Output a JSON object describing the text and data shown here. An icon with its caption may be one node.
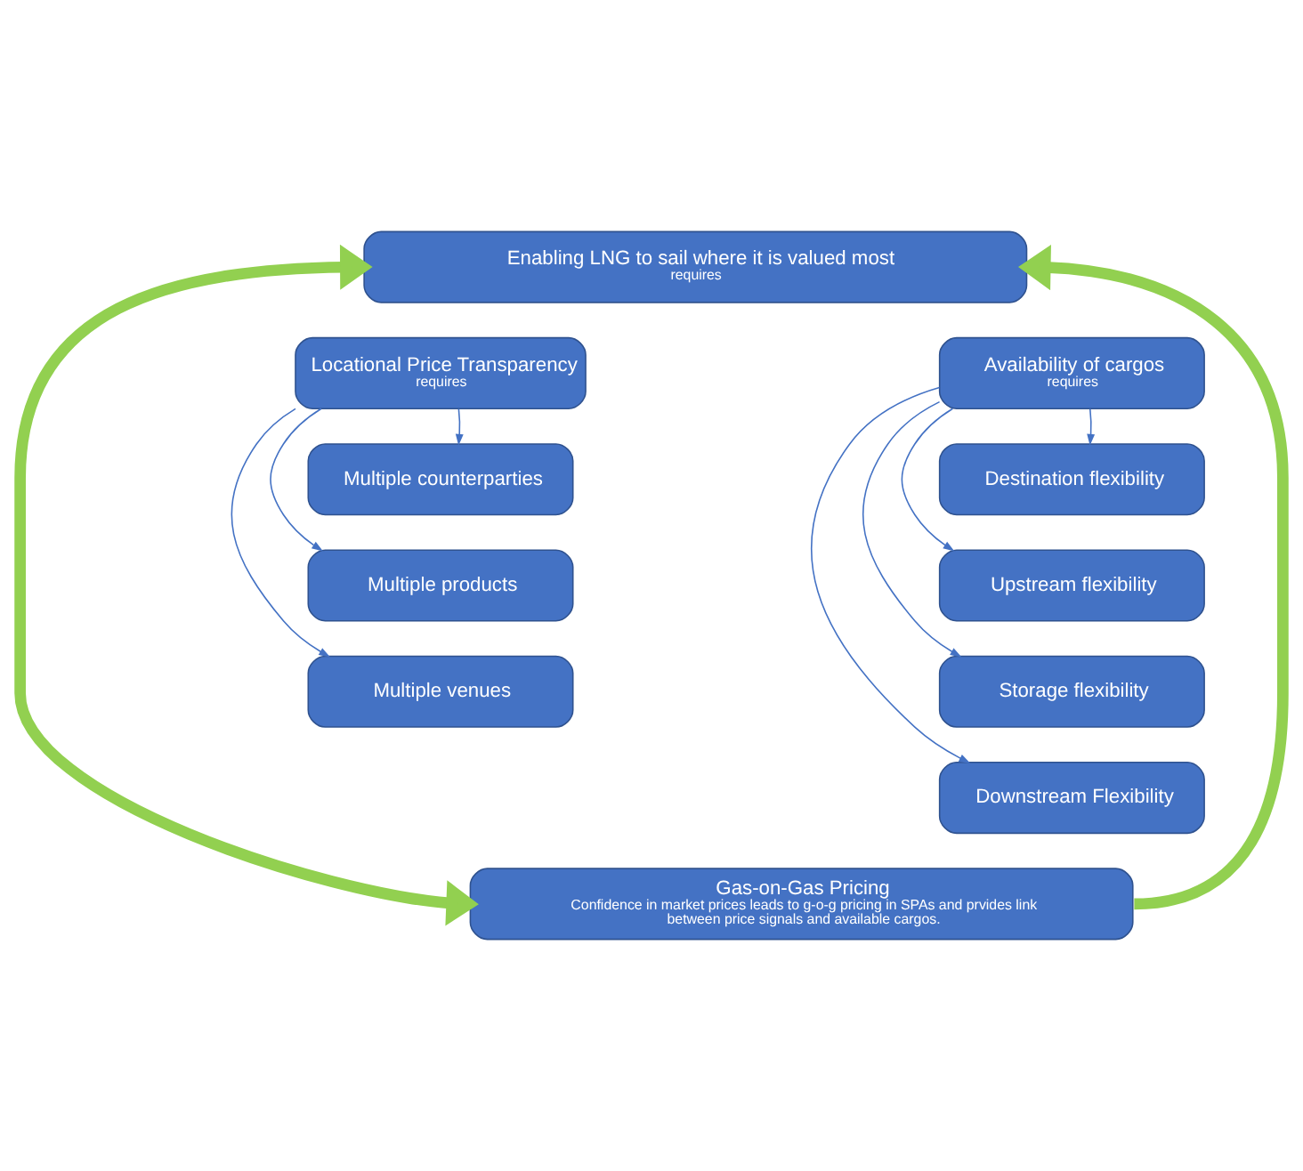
{
  "diagram": {
    "nodes": [
      {
        "text": [
          "Enabling LNG to sail where it is valued most",
          "requires"
        ]
      },
      {
        "text": [
          "Locational Price Transparency",
          "requires"
        ]
      },
      {
        "text": [
          "Availability of cargos",
          "requires"
        ]
      },
      {
        "text": [
          "Multiple counterparties"
        ]
      },
      {
        "text": [
          "Destination flexibility"
        ]
      },
      {
        "text": [
          "Multiple products"
        ]
      },
      {
        "text": [
          "Upstream flexibility"
        ]
      },
      {
        "text": [
          "Multiple venues"
        ]
      },
      {
        "text": [
          "Storage flexibility"
        ]
      },
      {
        "text": [
          "Downstream Flexibility"
        ]
      },
      {
        "text": [
          "Gas-on-Gas Pricing",
          "Confidence in market prices leads to g-o-g pricing in SPAs and prvides link between price signals and available cargos."
        ]
      }
    ],
    "edges": [
      {
        "from": 1,
        "to": 3,
        "arrow": "to"
      },
      {
        "from": 1,
        "to": 5,
        "arrow": "to"
      },
      {
        "from": 1,
        "to": 7,
        "arrow": "to"
      },
      {
        "from": 2,
        "to": 4,
        "arrow": "to"
      },
      {
        "from": 2,
        "to": 6,
        "arrow": "to"
      },
      {
        "from": 2,
        "to": 8,
        "arrow": "to"
      },
      {
        "from": 2,
        "to": 9,
        "arrow": "to"
      },
      {
        "from": 0,
        "to": 10,
        "arrow": "both",
        "style": "thick",
        "color": "#92d050"
      },
      {
        "from": 10,
        "to": 0,
        "arrow": "to",
        "style": "thick",
        "color": "#92d050"
      }
    ]
  }
}
